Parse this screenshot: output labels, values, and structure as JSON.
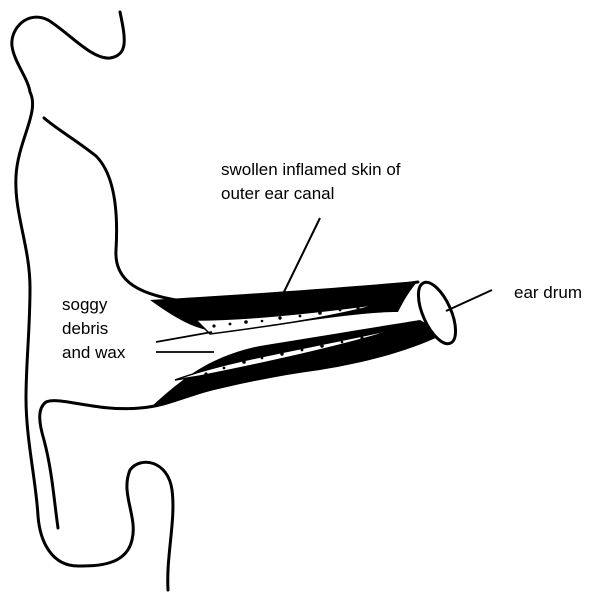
{
  "labels": {
    "inflamed_skin": [
      "swollen inflamed skin of",
      "outer ear canal"
    ],
    "debris": [
      "soggy",
      "debris",
      "and wax"
    ],
    "ear_drum": "ear drum"
  },
  "colors": {
    "ink": "#000000",
    "background": "#ffffff"
  }
}
